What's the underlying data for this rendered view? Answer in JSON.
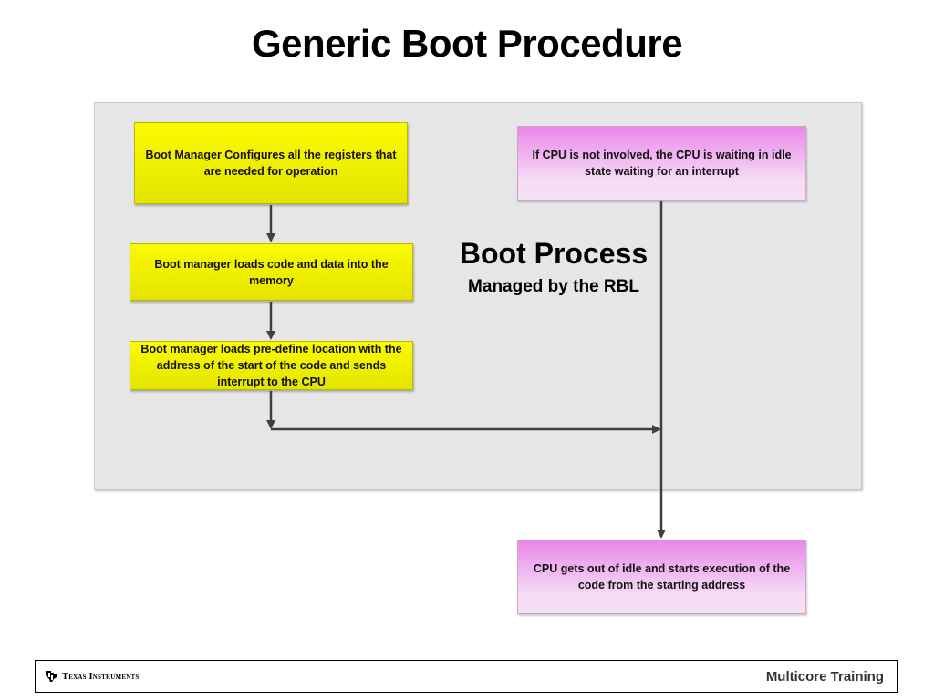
{
  "title": "Generic Boot Procedure",
  "panel": {
    "heading": "Boot Process",
    "subheading": "Managed by the RBL"
  },
  "steps": {
    "configure": "Boot Manager Configures all the registers that are needed for operation",
    "load": "Boot manager loads code and data into the memory",
    "interrupt": "Boot manager loads pre-define location with the address of the start of the code and sends interrupt to the CPU",
    "cpu_idle": "If CPU is not involved, the CPU is waiting in idle state waiting for an interrupt",
    "cpu_execute": "CPU gets out of idle and starts execution of the code from the starting address"
  },
  "colors": {
    "step_fill": "#f0f000",
    "cpu_fill": "#e987e9",
    "panel_fill": "#e6e6e6",
    "arrow": "#404040"
  },
  "footer": {
    "logo_icon": "texas-instruments-logo-icon",
    "logo_text": "Texas Instruments",
    "right_text": "Multicore Training"
  }
}
